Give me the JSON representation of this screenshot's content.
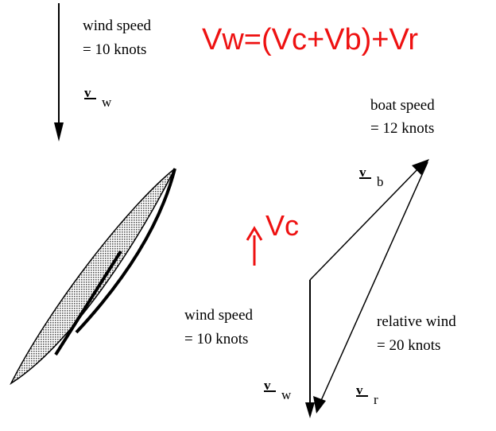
{
  "equation": "Vw=(Vc+Vb)+Vr",
  "current_label": "Vc",
  "wind_top": {
    "line1": "wind speed",
    "line2": "= 10 knots",
    "vector_letter": "v",
    "vector_subscript": "w"
  },
  "boat": {
    "line1": "boat speed",
    "line2": "= 12 knots",
    "vector_letter": "v",
    "vector_subscript": "b"
  },
  "wind_bottom": {
    "line1": "wind speed",
    "line2": "= 10 knots",
    "vector_letter": "v",
    "vector_subscript": "w"
  },
  "relative_wind": {
    "line1": "relative wind",
    "line2": "= 20 knots",
    "vector_letter": "v",
    "vector_subscript": "r"
  },
  "colors": {
    "ink": "#000000",
    "accent": "#ee1111",
    "hull_fill": "#cccccc"
  }
}
